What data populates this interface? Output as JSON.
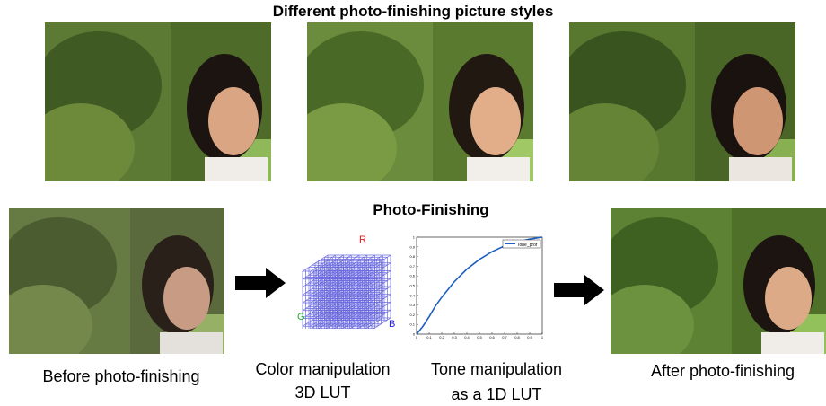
{
  "header": {
    "title": "Different photo-finishing picture styles"
  },
  "pipeline": {
    "title": "Photo-Finishing",
    "before_label": "Before photo-finishing",
    "color_label_line1": "Color manipulation",
    "color_label_line2": "3D LUT",
    "tone_label_line1": "Tone manipulation",
    "tone_label_line2": "as a 1D LUT",
    "after_label": "After photo-finishing"
  },
  "cube": {
    "axis_r": "R",
    "axis_g": "G",
    "axis_b": "B",
    "colors": {
      "grid": "#6a6ae0",
      "r": "#e02020",
      "g": "#20b020",
      "b": "#2020e0"
    }
  },
  "chart_data": {
    "type": "line",
    "legend": "Tone_prof",
    "x_ticks": [
      "0",
      "0.1",
      "0.2",
      "0.3",
      "0.4",
      "0.5",
      "0.6",
      "0.7",
      "0.8",
      "0.9",
      "1"
    ],
    "y_ticks": [
      "0",
      "0.1",
      "0.2",
      "0.3",
      "0.4",
      "0.5",
      "0.6",
      "0.7",
      "0.8",
      "0.9",
      "1"
    ],
    "xlim": [
      0,
      1
    ],
    "ylim": [
      0,
      1
    ],
    "series": [
      {
        "name": "Tone_prof",
        "x": [
          0,
          0.05,
          0.1,
          0.15,
          0.2,
          0.3,
          0.4,
          0.5,
          0.6,
          0.7,
          0.8,
          0.9,
          1.0
        ],
        "y": [
          0,
          0.08,
          0.18,
          0.29,
          0.38,
          0.54,
          0.67,
          0.77,
          0.85,
          0.91,
          0.95,
          0.98,
          1.0
        ]
      }
    ],
    "color": "#1f5fbf"
  }
}
